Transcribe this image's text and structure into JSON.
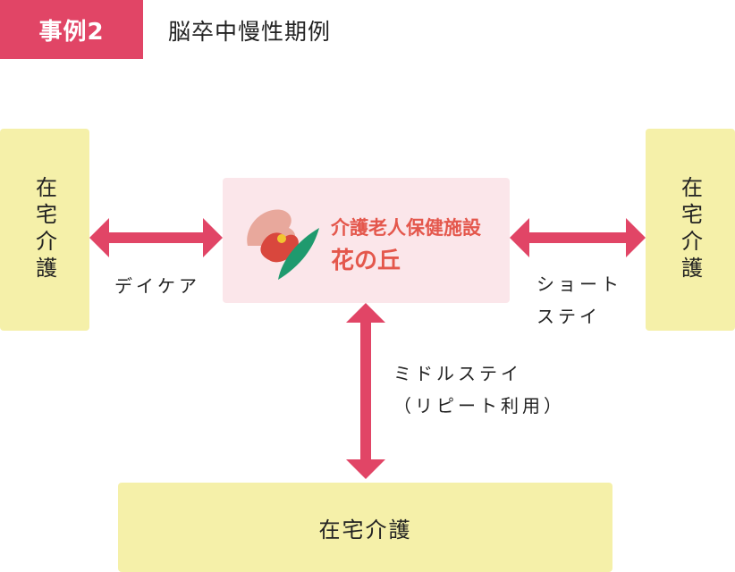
{
  "header": {
    "case_label": "事例2",
    "case_title": "脳卒中慢性期例"
  },
  "nodes": {
    "home_left": "在宅介護",
    "home_right": "在宅介護",
    "home_bottom": "在宅介護",
    "facility": {
      "type": "介護老人保健施設",
      "name": "花の丘"
    }
  },
  "links": {
    "left": "デイケア",
    "right_line1": "ショート",
    "right_line2": "ステイ",
    "middle_line1": "ミドルステイ",
    "middle_line2": "（リピート利用）"
  },
  "colors": {
    "accent": "#e14566",
    "home_fill": "#f5f0a9",
    "facility_fill": "#fbe6ea",
    "facility_text": "#e4574c",
    "leaf": "#1f9a6e"
  },
  "icons": {
    "logo": "flower-hill-logo-icon"
  }
}
